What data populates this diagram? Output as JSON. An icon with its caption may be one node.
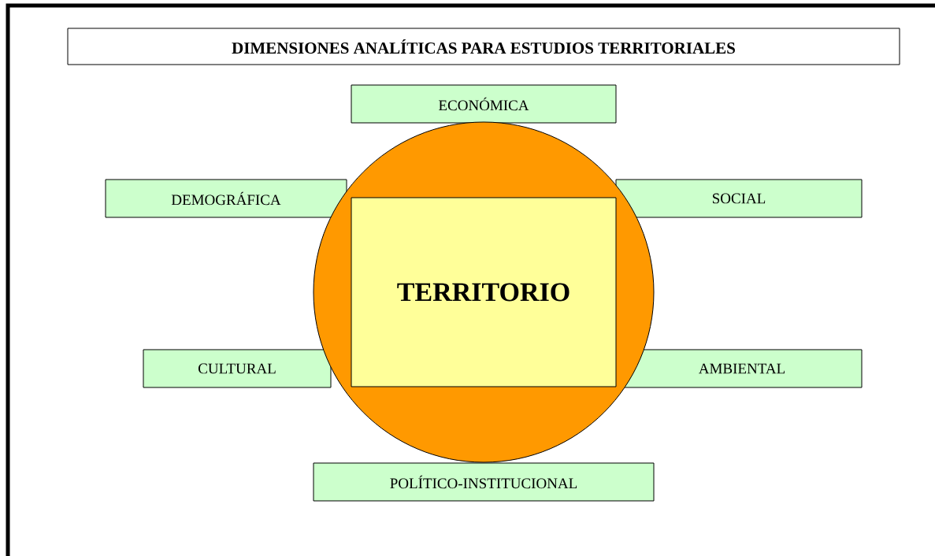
{
  "diagram": {
    "title": "DIMENSIONES ANALÍTICAS PARA ESTUDIOS TERRITORIALES",
    "nodes": [
      {
        "text": [],
        "shape": "circle"
      },
      {
        "text": [
          "TERRITORIO"
        ],
        "in": 0
      },
      {
        "text": [
          "ECONÓMICA"
        ]
      },
      {
        "text": [
          "DEMOGRÁFICA"
        ]
      },
      {
        "text": [
          "SOCIAL"
        ]
      },
      {
        "text": [
          "CULTURAL"
        ]
      },
      {
        "text": [
          "AMBIENTAL"
        ]
      },
      {
        "text": [
          "POLÍTICO-INSTITUCIONAL"
        ]
      }
    ]
  }
}
